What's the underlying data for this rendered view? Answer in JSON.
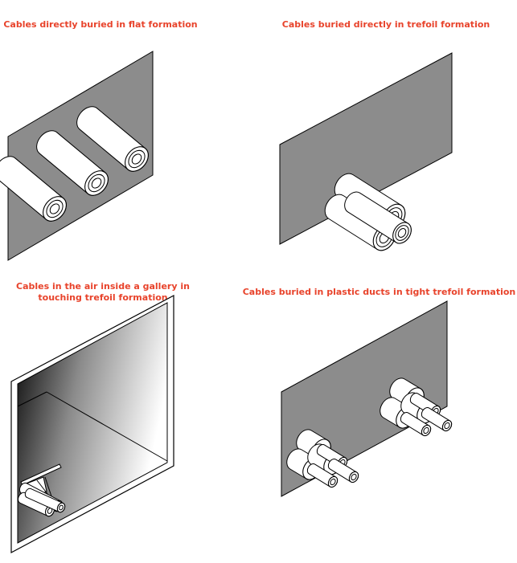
{
  "figures": [
    {
      "id": "flat",
      "title": "Cables directly buried in flat formation"
    },
    {
      "id": "trefoil",
      "title": "Cables buried directly in trefoil formation"
    },
    {
      "id": "gallery",
      "title": "Cables in the air inside a gallery in touching trefoil formation"
    },
    {
      "id": "ducts",
      "title": "Cables buried in plastic ducts in tight trefoil formation"
    }
  ],
  "colors": {
    "title": "#e8432b",
    "wall": "#8c8c8c",
    "outline": "#000000",
    "cable_fill": "#ffffff"
  },
  "icons": [
    "cable-icon",
    "duct-icon",
    "support-bracket-icon"
  ]
}
